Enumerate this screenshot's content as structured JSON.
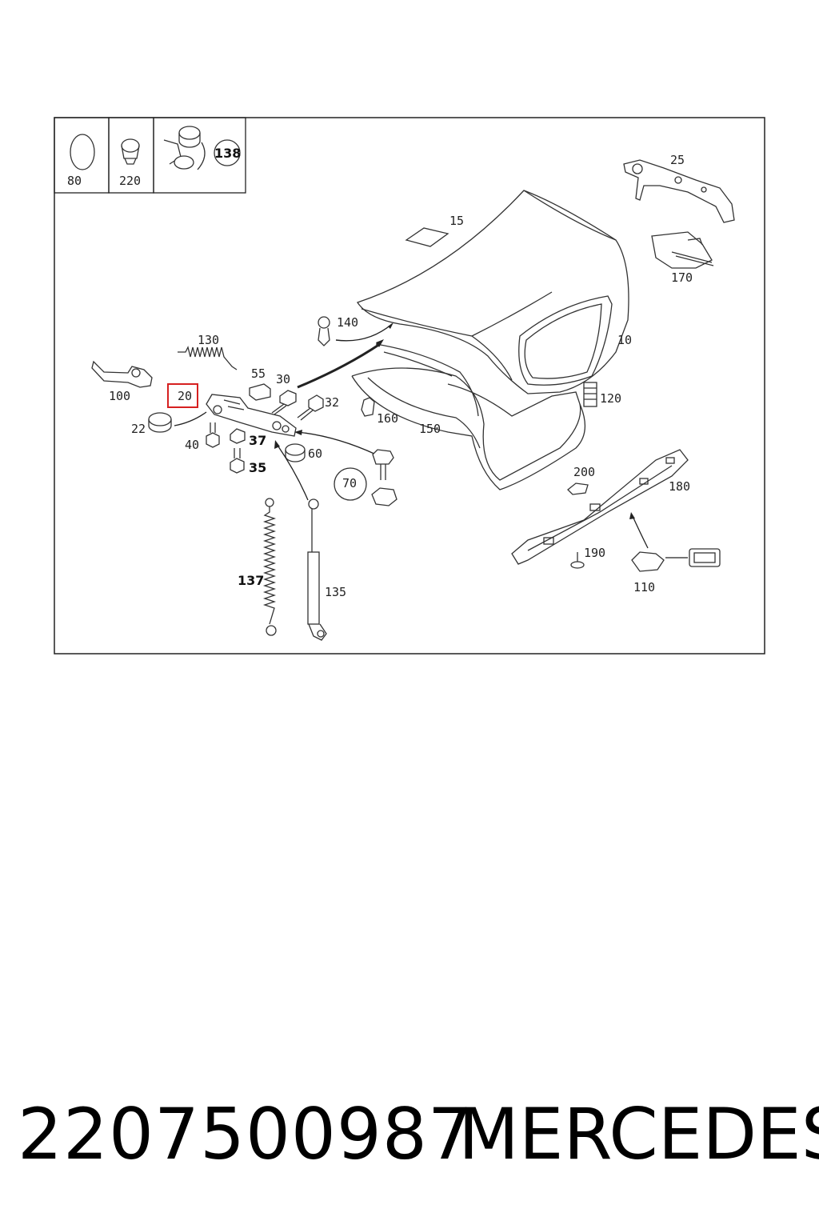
{
  "diagram": {
    "inset_labels": [
      "80",
      "220",
      "138"
    ],
    "callouts": {
      "c10": "10",
      "c15": "15",
      "c20": "20",
      "c22": "22",
      "c25": "25",
      "c30": "30",
      "c32": "32",
      "c35": "35",
      "c37": "37",
      "c40": "40",
      "c55": "55",
      "c60": "60",
      "c70": "70",
      "c100": "100",
      "c110": "110",
      "c120": "120",
      "c130": "130",
      "c135": "135",
      "c137": "137",
      "c140": "140",
      "c150": "150",
      "c160": "160",
      "c170": "170",
      "c180": "180",
      "c190": "190",
      "c200": "200"
    },
    "highlighted_callout": "20",
    "highlight_color": "#d62020"
  },
  "footer": {
    "part_number": "2207500987",
    "brand": "MERCEDES"
  }
}
